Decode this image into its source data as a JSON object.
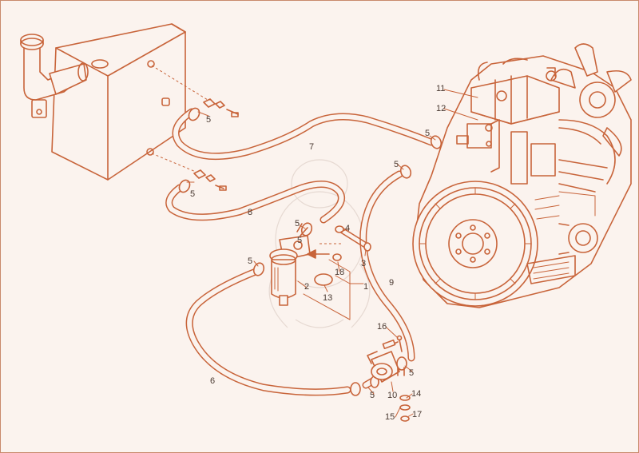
{
  "diagram": {
    "callouts": {
      "c1": "1",
      "c2": "2",
      "c3": "3",
      "c4": "4",
      "c5a": "5",
      "c5b": "5",
      "c5c": "5",
      "c5d": "5",
      "c5e": "5",
      "c5f": "5",
      "c5g": "5",
      "c5h": "5",
      "c5i": "5",
      "c6": "6",
      "c7": "7",
      "c8": "8",
      "c9": "9",
      "c10": "10",
      "c11": "11",
      "c12": "12",
      "c13": "13",
      "c14": "14",
      "c15": "15",
      "c16": "16",
      "c17": "17",
      "c18": "18"
    },
    "colors": {
      "line": "#c8643a",
      "background": "#fbf3ee",
      "border": "#c98a6c",
      "text": "#4a3a32"
    }
  }
}
